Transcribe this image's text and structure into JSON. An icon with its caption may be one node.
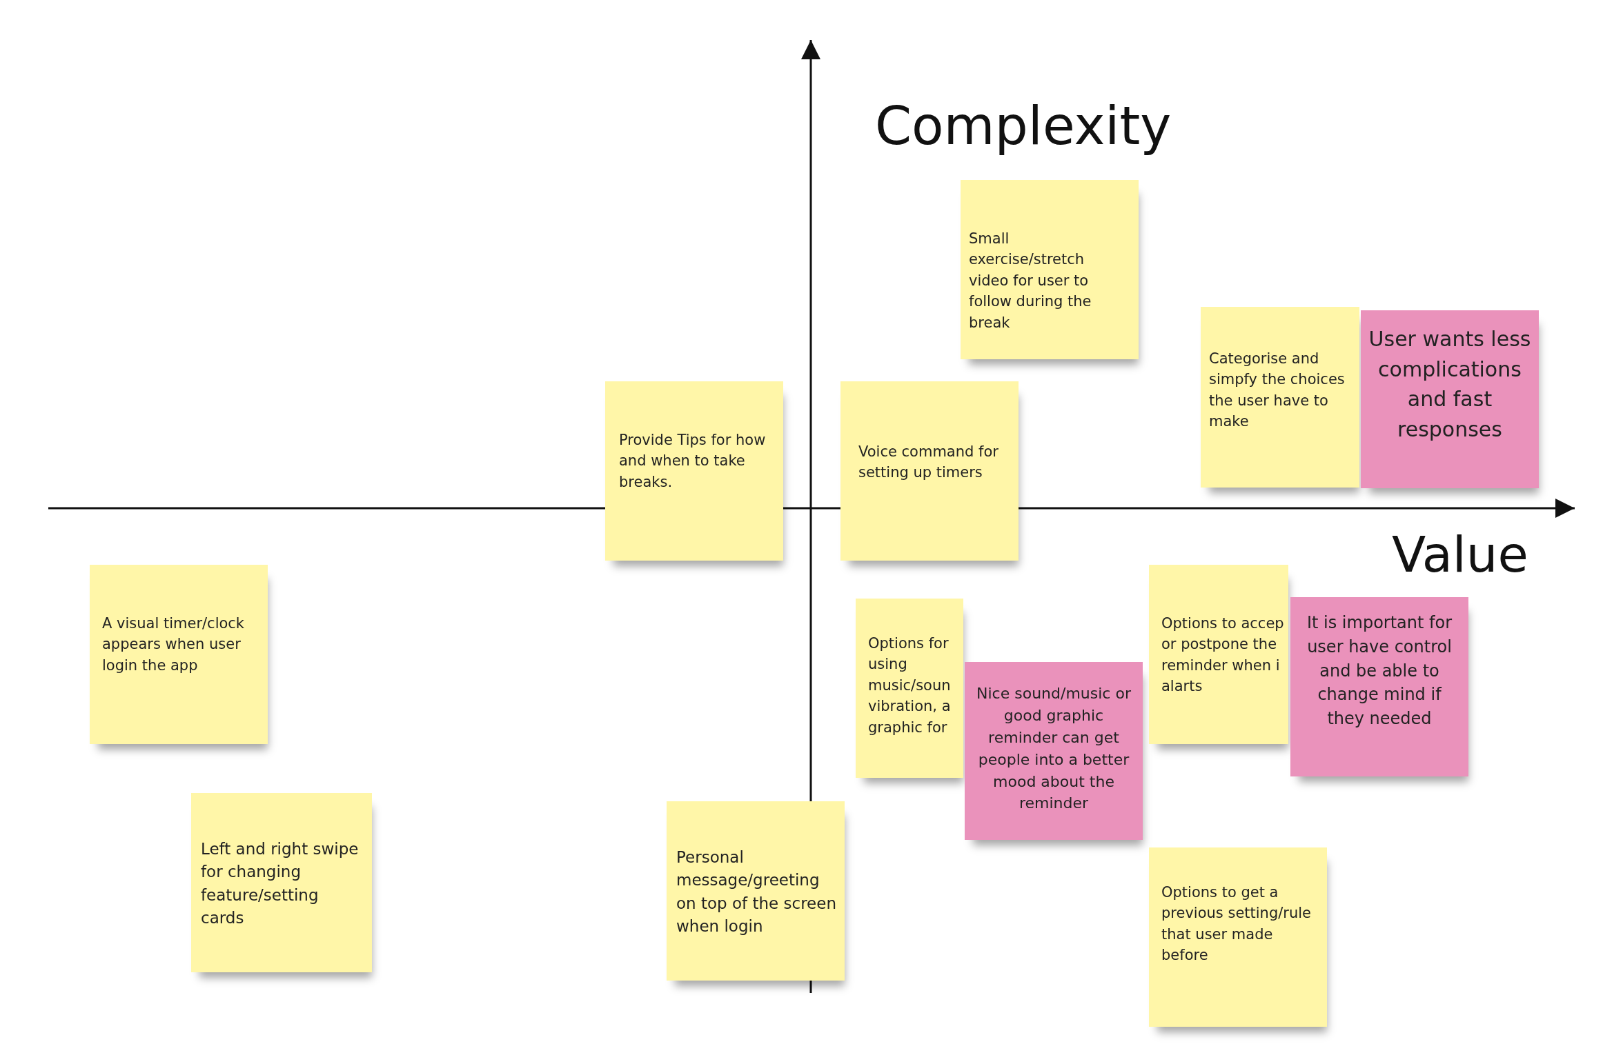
{
  "diagram": {
    "nodes": [
      {
        "text": [
          "Small exercise/stretch video for user to follow during the break"
        ]
      },
      {
        "text": [
          "Categorise and simpfy the choices the user have to make"
        ]
      },
      {
        "text": [
          "User wants less complications and fast responses"
        ]
      },
      {
        "text": [
          "Provide Tips for how and when to take breaks."
        ]
      },
      {
        "text": [
          "Voice command for setting up timers"
        ]
      },
      {
        "text": [
          "A visual timer/clock appears when user login the app"
        ]
      },
      {
        "text": [
          "Options for using music/soun vibration, a graphic for"
        ]
      },
      {
        "text": [
          "Nice sound/music or good graphic reminder can get people into a better mood about the reminder"
        ]
      },
      {
        "text": [
          "Options to accep or postpone the reminder when i alarts"
        ]
      },
      {
        "text": [
          "It is important for user have control and be able to change mind if they needed"
        ]
      },
      {
        "text": [
          "Left and right swipe for changing feature/setting cards"
        ]
      },
      {
        "text": [
          "Personal message/greeting on top of the screen when login"
        ]
      },
      {
        "text": [
          "Options to get a previous setting/rule that user made before"
        ]
      }
    ],
    "labels": [
      "Complexity",
      "Value"
    ]
  }
}
